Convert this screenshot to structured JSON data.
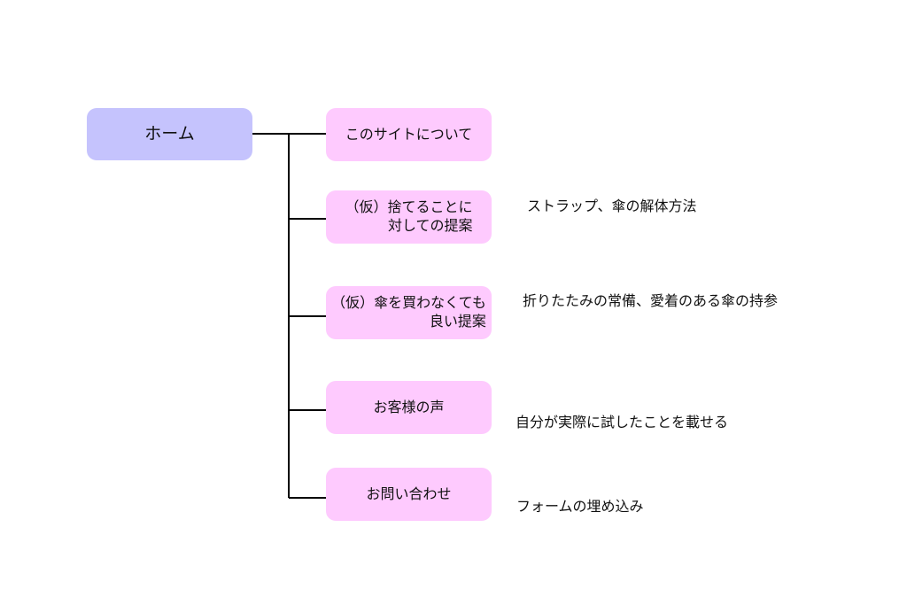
{
  "root": {
    "label": "ホーム",
    "color": "#c5c3fd"
  },
  "child_color": "#fecafe",
  "children": [
    {
      "lines": [
        "このサイトについて"
      ],
      "note": ""
    },
    {
      "lines": [
        "（仮）捨てることに",
        "対しての提案"
      ],
      "note": "ストラップ、傘の解体方法"
    },
    {
      "lines": [
        "（仮）傘を買わなくても",
        "良い提案"
      ],
      "note": "折りたたみの常備、愛着のある傘の持参"
    },
    {
      "lines": [
        "お客様の声"
      ],
      "note": "自分が実際に試したことを載せる"
    },
    {
      "lines": [
        "お問い合わせ"
      ],
      "note": "フォームの埋め込み"
    }
  ]
}
